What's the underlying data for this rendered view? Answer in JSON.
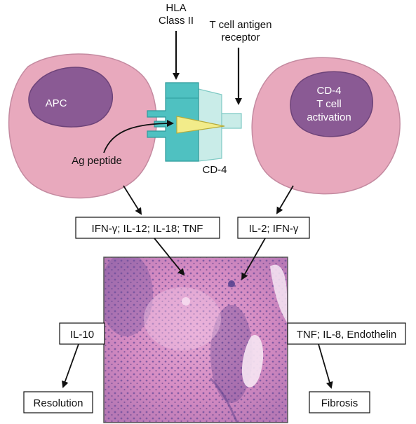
{
  "labels": {
    "hla_line1": "HLA",
    "hla_line2": "Class II",
    "tcr_line1": "T cell antigen",
    "tcr_line2": "receptor",
    "apc": "APC",
    "tcell_line1": "CD-4",
    "tcell_line2": "T cell",
    "tcell_line3": "activation",
    "ag_peptide": "Ag peptide",
    "cd4": "CD-4"
  },
  "boxes": {
    "apc_cytokines": "IFN-γ; IL-12; IL-18; TNF",
    "tcell_cytokines": "IL-2; IFN-γ",
    "il10": "IL-10",
    "fibrotic_factors": "TNF; IL-8, Endothelin",
    "resolution": "Resolution",
    "fibrosis": "Fibrosis"
  },
  "colors": {
    "cell_fill": "#e8a9bd",
    "cell_stroke": "#c48aa0",
    "nucleus_fill": "#8a5a94",
    "nucleus_stroke": "#6d4379",
    "hla_teal": "#4fc1c1",
    "tcr_light": "#c9ece8",
    "peptide_yellow": "#f2ec8a",
    "tissue_base": "#d98fc4",
    "tissue_dark": "#6a4c9a"
  }
}
